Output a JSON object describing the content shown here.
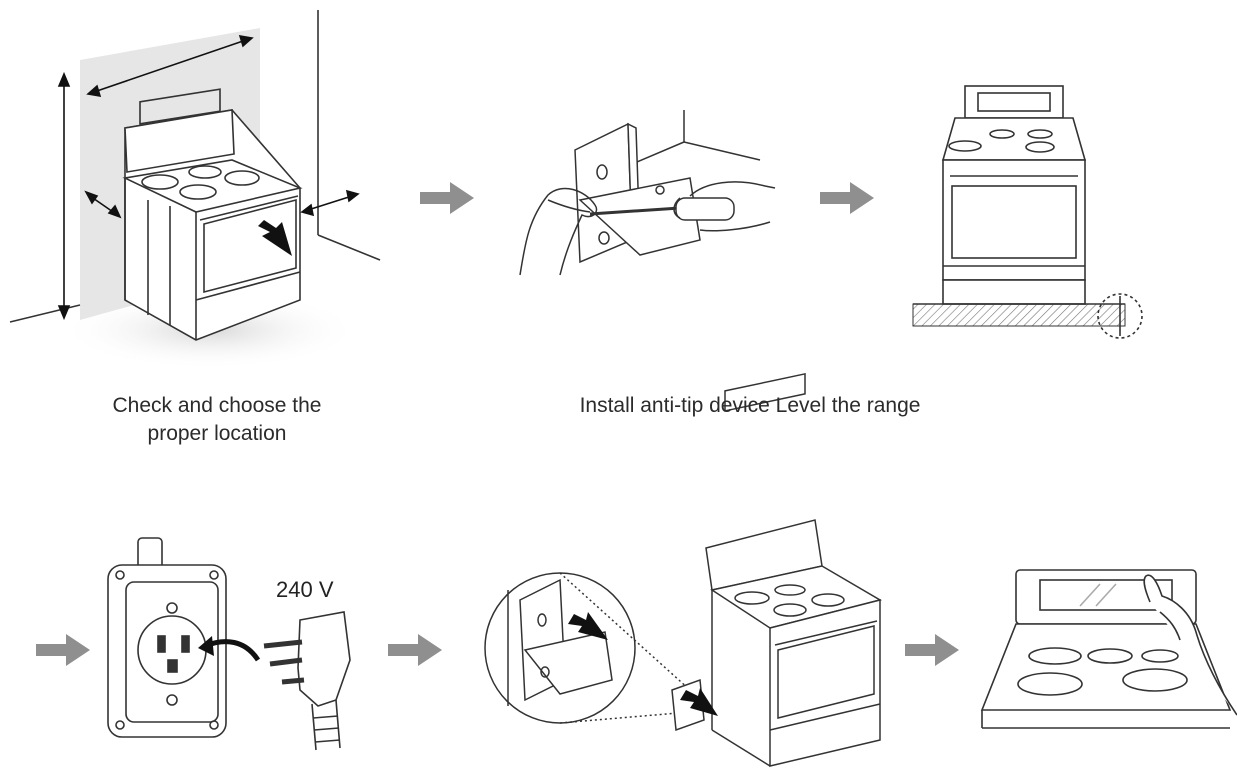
{
  "steps": {
    "location_caption_line1": "Check and choose the",
    "location_caption_line2": "proper location",
    "install_level_caption": "Install anti-tip device Level the range",
    "voltage_label": "240 V"
  },
  "icons": [
    "range-wall-clearance-icon",
    "anti-tip-install-icon",
    "level-range-icon",
    "power-outlet-icon",
    "anti-tip-check-icon",
    "touch-control-icon",
    "flow-arrow-icon"
  ],
  "colors": {
    "arrow": "#8f8f8f",
    "line": "#333333",
    "wall_shade": "#e6e6e6"
  }
}
